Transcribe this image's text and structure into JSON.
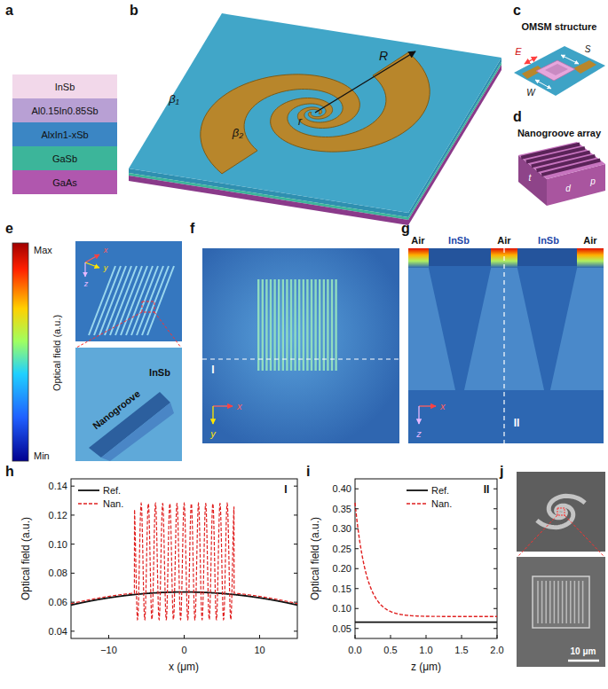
{
  "diagram": {
    "nodes": [
      {
        "text": [
          "InSb"
        ]
      },
      {
        "text": [
          "Al0.15In0.85Sb"
        ]
      },
      {
        "text": [
          "AlxIn1-xSb"
        ]
      },
      {
        "text": [
          "GaSb"
        ]
      },
      {
        "text": [
          "GaAs"
        ]
      }
    ],
    "labels": [
      "a",
      "b",
      "c",
      "d",
      "e",
      "f",
      "g",
      "h",
      "i",
      "j",
      "β₁",
      "β₂",
      "R",
      "r",
      "OMSM structure",
      "E",
      "S",
      "W",
      "Nanogroove array",
      "t",
      "d",
      "p",
      "Max",
      "Min",
      "Optical field (a.u.)",
      "x",
      "y",
      "z",
      "Nanogroove",
      "InSb",
      "I",
      "x",
      "y",
      "Air",
      "InSb",
      "Air",
      "InSb",
      "Air",
      "II",
      "x",
      "z",
      "Optical field (a.u.)",
      "0.04",
      "0.06",
      "0.08",
      "0.10",
      "0.12",
      "0.14",
      "−10",
      "0",
      "10",
      "x (μm)",
      "I",
      "Optical field (a.u.)",
      "0.05",
      "0.10",
      "0.15",
      "0.20",
      "0.25",
      "0.30",
      "0.35",
      "0.40",
      "0.0",
      "0.5",
      "1.0",
      "1.5",
      "2.0",
      "z (μm)",
      "II",
      "10 μm"
    ],
    "legend": [
      {
        "text": "Ref."
      },
      {
        "text": "Nan."
      },
      {
        "text": "Ref."
      },
      {
        "text": "Nan."
      }
    ]
  }
}
